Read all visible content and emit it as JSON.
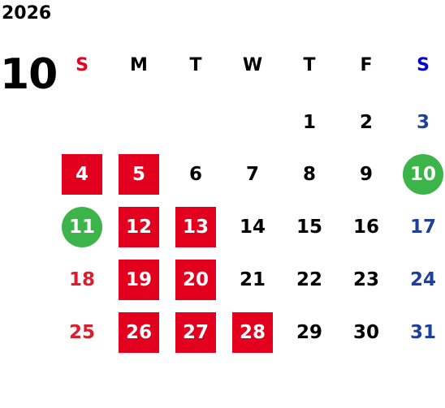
{
  "calendar": {
    "year": "2026",
    "month": "10",
    "weekdays": [
      {
        "label": "S",
        "color": "#e8001f"
      },
      {
        "label": "M",
        "color": "#000000"
      },
      {
        "label": "T",
        "color": "#000000"
      },
      {
        "label": "W",
        "color": "#000000"
      },
      {
        "label": "T",
        "color": "#000000"
      },
      {
        "label": "F",
        "color": "#000000"
      },
      {
        "label": "S",
        "color": "#0000cc"
      }
    ],
    "colors": {
      "sunday_text": "#d91e2e",
      "saturday_text": "#1f3f99",
      "weekday_text": "#000000",
      "highlight_red_bg": "#e3001e",
      "highlight_green_bg": "#3cb44a",
      "highlight_text": "#ffffff"
    },
    "weeks": [
      [
        null,
        null,
        null,
        null,
        {
          "d": "1"
        },
        {
          "d": "2"
        },
        {
          "d": "3"
        }
      ],
      [
        {
          "d": "4",
          "mark": "red"
        },
        {
          "d": "5",
          "mark": "red"
        },
        {
          "d": "6"
        },
        {
          "d": "7"
        },
        {
          "d": "8"
        },
        {
          "d": "9"
        },
        {
          "d": "10",
          "mark": "green"
        }
      ],
      [
        {
          "d": "11",
          "mark": "green"
        },
        {
          "d": "12",
          "mark": "red"
        },
        {
          "d": "13",
          "mark": "red"
        },
        {
          "d": "14"
        },
        {
          "d": "15"
        },
        {
          "d": "16"
        },
        {
          "d": "17"
        }
      ],
      [
        {
          "d": "18"
        },
        {
          "d": "19",
          "mark": "red"
        },
        {
          "d": "20",
          "mark": "red"
        },
        {
          "d": "21"
        },
        {
          "d": "22"
        },
        {
          "d": "23"
        },
        {
          "d": "24"
        }
      ],
      [
        {
          "d": "25"
        },
        {
          "d": "26",
          "mark": "red"
        },
        {
          "d": "27",
          "mark": "red"
        },
        {
          "d": "28",
          "mark": "red"
        },
        {
          "d": "29"
        },
        {
          "d": "30"
        },
        {
          "d": "31"
        }
      ]
    ]
  }
}
